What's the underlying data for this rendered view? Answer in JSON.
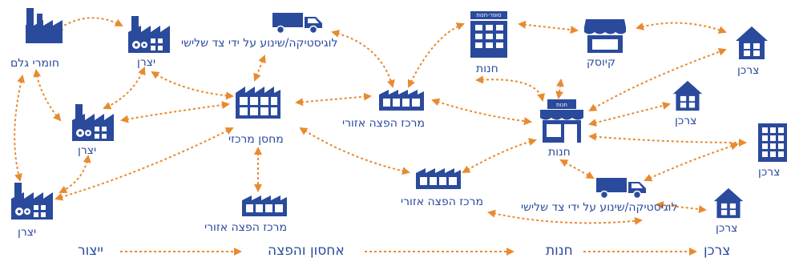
{
  "colors": {
    "node": "#2a4a9c",
    "arrow": "#e98a2f",
    "background": "#ffffff"
  },
  "nodes": {
    "raw_materials": {
      "label": "חומרי גלם",
      "icon": "factory-icon"
    },
    "manufacturer_top": {
      "label": "יצרן",
      "icon": "factory-gears-icon"
    },
    "manufacturer_mid": {
      "label": "יצרן",
      "icon": "factory-gears-icon"
    },
    "manufacturer_bottom": {
      "label": "יצרן",
      "icon": "factory-gears-icon"
    },
    "logistics_top": {
      "label": "לוגיסטיקה/שינוע על ידי צד שלישי",
      "icon": "truck-icon"
    },
    "central_warehouse": {
      "label": "מחסן מרכזי",
      "icon": "warehouse-icon"
    },
    "regional_center_bottom_left": {
      "label": "מרכז הפצה אזורי",
      "icon": "warehouse-icon"
    },
    "regional_center_top": {
      "label": "מרכז הפצה אזורי",
      "icon": "warehouse-icon"
    },
    "regional_center_bottom_mid": {
      "label": "מרכז הפצה אזורי",
      "icon": "warehouse-icon"
    },
    "supermarket": {
      "label": "חנות",
      "sign": "סופר-חנות",
      "icon": "building-icon"
    },
    "kiosk": {
      "label": "קיוסק",
      "icon": "kiosk-icon"
    },
    "store": {
      "label": "חנות",
      "sign": "חנות",
      "icon": "storefront-icon"
    },
    "logistics_bottom": {
      "label": "לוגיסטיקה/שינוע על ידי צד שלישי",
      "icon": "truck-icon"
    },
    "consumer_top": {
      "label": "צרכן",
      "icon": "house-icon"
    },
    "consumer_mid": {
      "label": "צרכן",
      "icon": "house-icon"
    },
    "consumer_right": {
      "label": "צרכן",
      "icon": "building-icon"
    },
    "consumer_bottom": {
      "label": "צרכן",
      "icon": "house-icon"
    }
  },
  "stages": [
    "ייצור",
    "אחסון והפצה",
    "חנות",
    "צרכן"
  ]
}
